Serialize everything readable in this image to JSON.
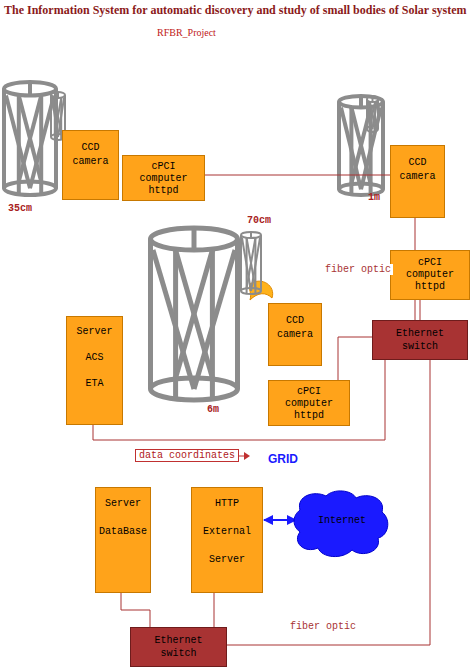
{
  "diagram": {
    "title": "The Information System for automatic discovery and study of small bodies of Solar system",
    "nodes": [
      {
        "text": [
          "CCD camera"
        ]
      },
      {
        "text": [
          "cPCI computer httpd"
        ]
      },
      {
        "text": [
          "CCD camera"
        ]
      },
      {
        "text": [
          "cPCI computer httpd"
        ]
      },
      {
        "text": [
          "CCD camera"
        ]
      },
      {
        "text": [
          "cPCI computer httpd"
        ]
      },
      {
        "text": [
          "Server ACS ETA"
        ]
      },
      {
        "text": [
          "Ethernet switch"
        ]
      },
      {
        "text": [
          "Server DataBase"
        ]
      },
      {
        "text": [
          "HTTP External Server"
        ]
      },
      {
        "text": [
          "Internet"
        ]
      },
      {
        "text": [
          "Ethernet switch"
        ]
      }
    ],
    "edges": [
      {
        "from": 1,
        "to": 7,
        "arrow": "none",
        "label": "fiber optic"
      },
      {
        "from": 3,
        "to": 7,
        "arrow": "none"
      },
      {
        "from": 5,
        "to": 7,
        "arrow": "none"
      },
      {
        "from": 6,
        "to": 7,
        "arrow": "none",
        "label": "data coordinates"
      },
      {
        "from": 7,
        "to": 11,
        "arrow": "none",
        "label": "fiber optic"
      },
      {
        "from": 8,
        "to": 11,
        "arrow": "none"
      },
      {
        "from": 9,
        "to": 11,
        "arrow": "none"
      },
      {
        "from": 9,
        "to": 10,
        "arrow": "both"
      }
    ],
    "labels": [
      "RFBR_Project",
      "35cm",
      "1m",
      "70cm",
      "6m",
      "GRID"
    ]
  }
}
